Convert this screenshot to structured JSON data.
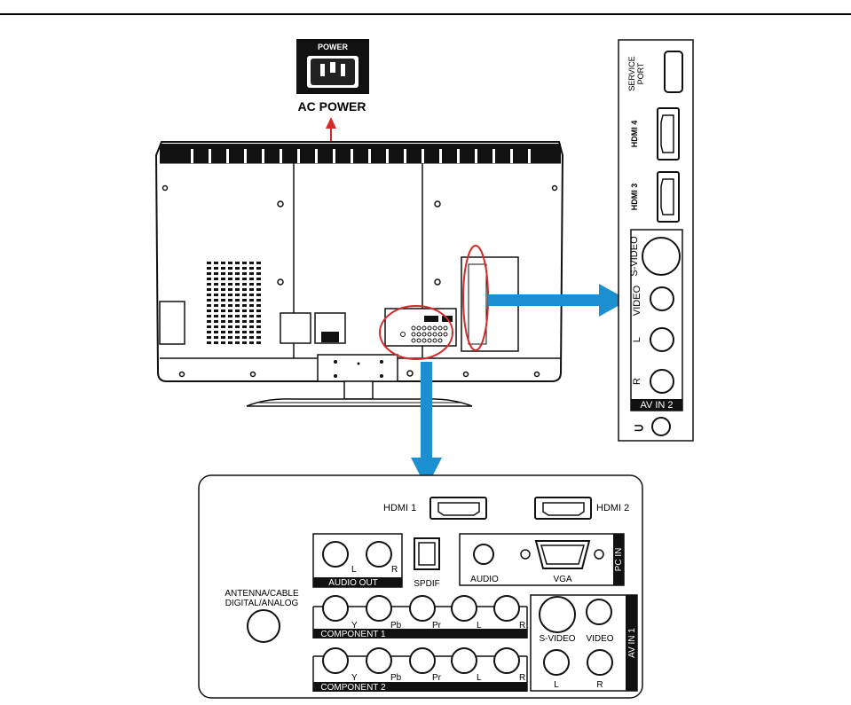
{
  "ac_power": {
    "socket_label": "POWER",
    "caption": "AC POWER"
  },
  "side_panel": {
    "service_port": [
      "SERVICE",
      "PORT"
    ],
    "hdmi4": "HDMI 4",
    "hdmi3": "HDMI 3",
    "svideo": "S-VIDEO",
    "video": "VIDEO",
    "left": "L",
    "right": "R",
    "section": "AV IN 2",
    "headphone": "⊃"
  },
  "bottom_panel": {
    "hdmi1": "HDMI 1",
    "hdmi2": "HDMI 2",
    "audio_out": "AUDIO OUT",
    "audio_out_l": "L",
    "audio_out_r": "R",
    "spdif": "SPDIF",
    "pc_audio": "AUDIO",
    "vga": "VGA",
    "pc_in": "PC IN",
    "antenna": [
      "ANTENNA/CABLE",
      "DIGITAL/ANALOG"
    ],
    "component1": "COMPONENT 1",
    "component2": "COMPONENT 2",
    "comp_labels": [
      "Y",
      "Pb",
      "Pr",
      "L",
      "R"
    ],
    "svideo": "S-VIDEO",
    "video": "VIDEO",
    "av_l": "L",
    "av_r": "R",
    "av_in1": "AV IN 1"
  },
  "colors": {
    "arrow_blue": "#1c8fd0",
    "power_line": "#d42a2a",
    "highlight": "#d42a2a"
  }
}
